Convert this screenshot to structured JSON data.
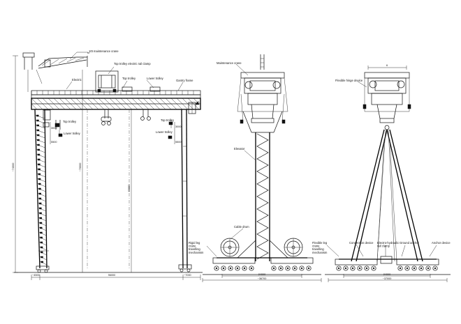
{
  "labels": {
    "maintenance_crane_top": "10t maintenance crane",
    "electric": "Electric",
    "top_trolley_clamp": "Top trolley electric rail clamp",
    "top_trolley": "Top trolley",
    "lower_trolley": "Lower trolley",
    "gantry_frame": "Gantry frame",
    "top_trolley_left": "Top trolley",
    "lower_trolley_left": "Lower trolley",
    "top_trolley_right": "Top trolley",
    "lower_trolley_right": "Lower trolley",
    "maintenance_crane_mid": "Maintenance crane",
    "elevator": "Elevator",
    "cable_drum": "Cable drum",
    "rigid_leg_mechanism": "Rigid leg crane travelling mechanism",
    "flexible_hinge_device": "Flexible hinge device",
    "flexible_leg_mechanism": "Flexible leg crane travelling mechanism",
    "connection_device": "Connection device",
    "electro_hydraulic_rail_clamp": "Electro-hydraulic rail clamp",
    "ground_anchor": "Ground anchor",
    "anchor_device": "Anchor device",
    "direction_mark": "B"
  },
  "dimensions": {
    "height_total": "~74000",
    "height_mid": "~70000",
    "height_lift": "60000",
    "left_hook_top": "3000",
    "left_hook_low": "5500",
    "right_hook_top": "3000",
    "right_hook_low": "5500",
    "left_overhang": "~4500",
    "main_span": "96000",
    "right_overhang": "~7000",
    "mid_wheelbase": "24000",
    "mid_overall": "~36700",
    "right_top_width": "6",
    "right_wheelbase": "24000",
    "right_overall": "~37000"
  }
}
